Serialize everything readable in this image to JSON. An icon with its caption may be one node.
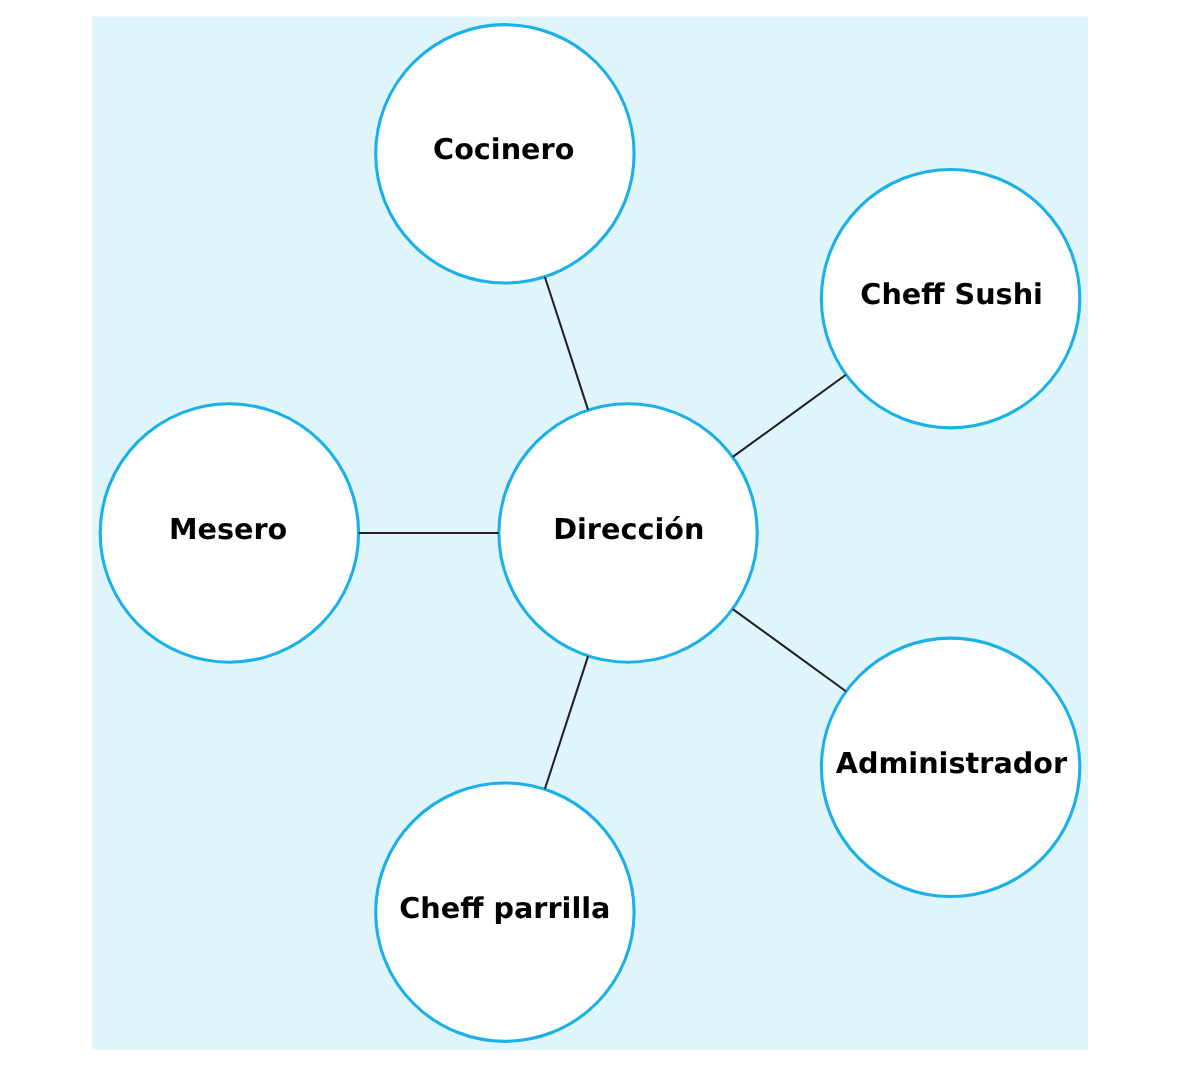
{
  "diagram": {
    "nodes": [
      {
        "text": [
          "Cheff Sushi"
        ]
      },
      {
        "text": [
          "Cocinero"
        ]
      },
      {
        "text": [
          "Dirección"
        ]
      },
      {
        "text": [
          "Mesero"
        ]
      },
      {
        "text": [
          "Cheff parrilla"
        ]
      },
      {
        "text": [
          "Administrador"
        ]
      }
    ],
    "edges": [
      {
        "from": 2,
        "to": 0,
        "arrow": "none"
      },
      {
        "from": 2,
        "to": 3,
        "arrow": "none"
      },
      {
        "from": 2,
        "to": 5,
        "arrow": "none"
      },
      {
        "from": 2,
        "to": 4,
        "arrow": "none"
      },
      {
        "from": 2,
        "to": 1,
        "arrow": "none"
      }
    ]
  }
}
